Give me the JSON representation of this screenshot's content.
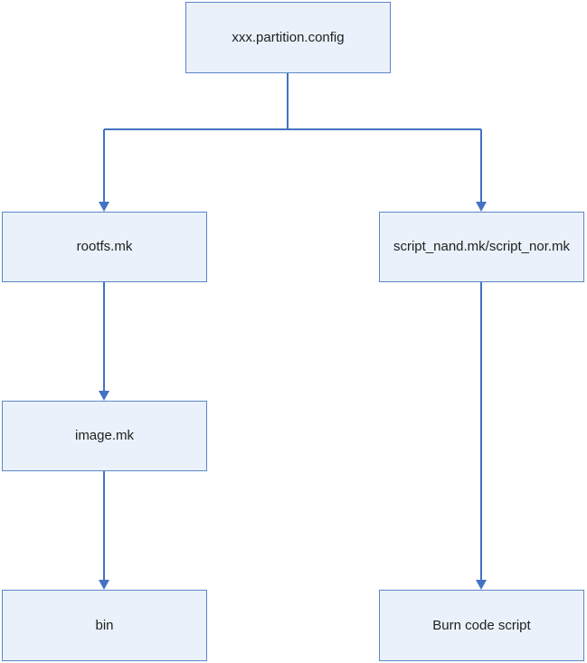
{
  "diagram": {
    "colors": {
      "node_fill": "#eaf1fa",
      "node_border": "#5b86c7",
      "edge": "#4472c4"
    },
    "nodes": {
      "config": "xxx.partition.config",
      "rootfs": "rootfs.mk",
      "script": "script_nand.mk/script_nor.mk",
      "image": "image.mk",
      "bin": "bin",
      "burn": "Burn code script"
    },
    "edges": [
      {
        "from": "config",
        "to": "rootfs"
      },
      {
        "from": "config",
        "to": "script"
      },
      {
        "from": "rootfs",
        "to": "image"
      },
      {
        "from": "image",
        "to": "bin"
      },
      {
        "from": "script",
        "to": "burn"
      }
    ]
  }
}
